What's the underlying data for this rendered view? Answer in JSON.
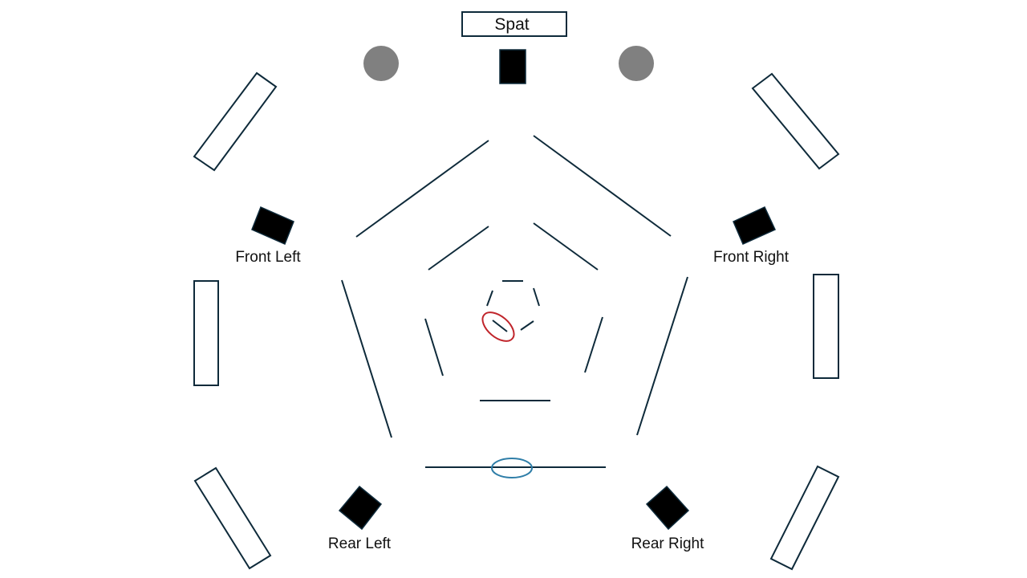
{
  "title_box": {
    "label": "Spat"
  },
  "speakers": [
    {
      "id": "front-left",
      "label": "Front Left"
    },
    {
      "id": "front-right",
      "label": "Front Right"
    },
    {
      "id": "rear-left",
      "label": "Rear Left"
    },
    {
      "id": "rear-right",
      "label": "Rear Right"
    }
  ],
  "colors": {
    "stroke": "#0e2a3a",
    "speaker_fill": "#000000",
    "marker_grey": "#808080",
    "highlight_red": "#c0252b",
    "highlight_blue": "#2f7ea8"
  }
}
